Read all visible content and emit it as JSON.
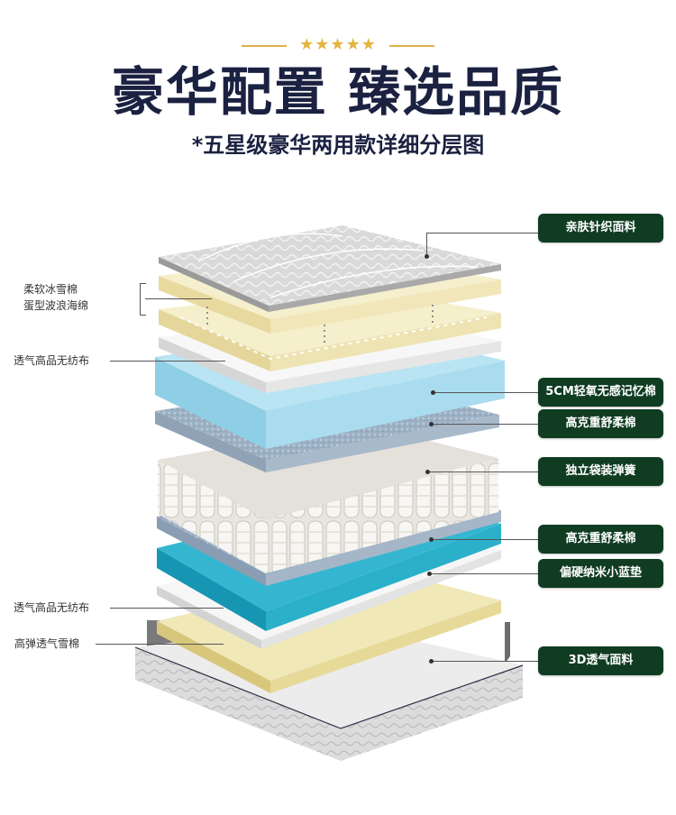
{
  "header": {
    "stars": "★★★★★",
    "title": "豪华配置 臻选品质",
    "subtitle": "*五星级豪华两用款详细分层图"
  },
  "colors": {
    "accent_gold": "#e4b340",
    "title_navy": "#1b2140",
    "badge_green": "#103c22"
  },
  "layers_right": [
    {
      "label": "亲肤针织面料"
    },
    {
      "label": "5CM轻氧无感记忆棉"
    },
    {
      "label": "高克重舒柔棉"
    },
    {
      "label": "独立袋装弹簧"
    },
    {
      "label": "高克重舒柔棉"
    },
    {
      "label": "偏硬纳米小蓝垫"
    },
    {
      "label": "3D透气面料"
    }
  ],
  "layers_left": [
    {
      "line1": "柔软冰雪棉",
      "line2": "蛋型波浪海绵"
    },
    {
      "line1": "透气高品无纺布"
    },
    {
      "line1": "透气高品无纺布"
    },
    {
      "line1": "高弹透气雪棉"
    }
  ]
}
